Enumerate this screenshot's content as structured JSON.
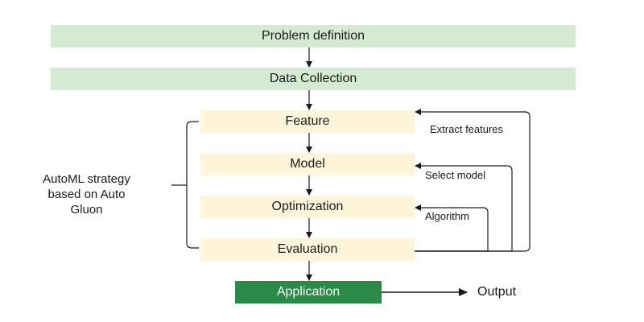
{
  "diagram": {
    "problem_definition": "Problem definition",
    "data_collection": "Data Collection",
    "feature": "Feature",
    "model": "Model",
    "optimization": "Optimization",
    "evaluation": "Evaluation",
    "application": "Application",
    "output": "Output",
    "feedback_extract": "Extract features",
    "feedback_select": "Select model",
    "feedback_algorithm": "Algorithm",
    "strategy_line1": "AutoML strategy",
    "strategy_line2": "based on Auto",
    "strategy_line3": "Gluon"
  },
  "colors": {
    "light_green": "#d5ead2",
    "cream": "#fdf4d9",
    "dark_green": "#2a8a47"
  }
}
